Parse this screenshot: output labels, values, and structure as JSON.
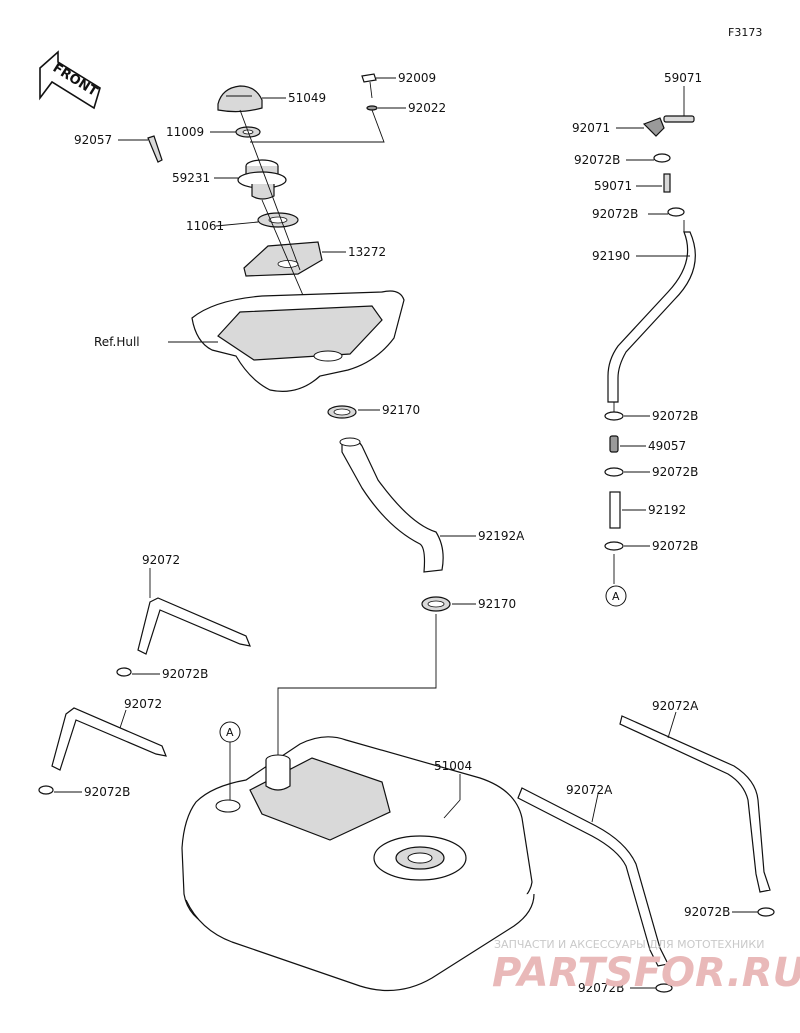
{
  "figure_code": "F3173",
  "front_marker": "FRONT",
  "ref_label": "Ref.Hull",
  "ref_point": "A",
  "parts": {
    "p51049": "51049",
    "p92009": "92009",
    "p92022": "92022",
    "p11009": "11009",
    "p92057": "92057",
    "p59231": "59231",
    "p11061": "11061",
    "p13272": "13272",
    "p92170_top": "92170",
    "p92192A": "92192A",
    "p92170_bottom": "92170",
    "p59071_top": "59071",
    "p92071": "92071",
    "p92072B_1": "92072B",
    "p59071_mid": "59071",
    "p92072B_2": "92072B",
    "p92190": "92190",
    "p92072B_3": "92072B",
    "p49057": "49057",
    "p92072B_4": "92072B",
    "p92192": "92192",
    "p92072B_5": "92072B",
    "p92072_upper": "92072",
    "p92072B_left_upper": "92072B",
    "p92072_lower": "92072",
    "p92072B_left_lower": "92072B",
    "p51004": "51004",
    "p92072A_right": "92072A",
    "p92072B_right": "92072B",
    "p92072A_mid": "92072A",
    "p92072B_bottom": "92072B"
  },
  "watermark": {
    "line1": "ЗАПЧАСТИ И АКСЕССУАРЫ ДЛЯ МОТОТЕХНИКИ",
    "line2": "PARTSFOR.RU"
  }
}
